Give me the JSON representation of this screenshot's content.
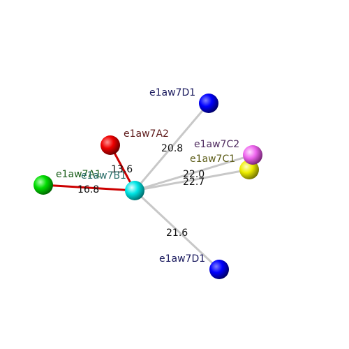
{
  "nodes": [
    {
      "id": "center",
      "label": "e1aw7B1",
      "color": "#00e5e5",
      "label_color": "#2a6f6a"
    },
    {
      "id": "d1_top",
      "label": "e1aw7D1",
      "color": "#0000ff",
      "label_color": "#1a1a5e"
    },
    {
      "id": "a2",
      "label": "e1aw7A2",
      "color": "#ee0000",
      "label_color": "#5e1a1a"
    },
    {
      "id": "c2",
      "label": "e1aw7C2",
      "color": "#ee66ee",
      "label_color": "#4e2a5e"
    },
    {
      "id": "c1",
      "label": "e1aw7C1",
      "color": "#eeee00",
      "label_color": "#5e5e1a"
    },
    {
      "id": "a1",
      "label": "e1aw7A1",
      "color": "#00dd00",
      "label_color": "#1a5e1a"
    },
    {
      "id": "d1_bottom",
      "label": "e1aw7D1",
      "color": "#0000ff",
      "label_color": "#1a1a5e"
    }
  ],
  "edges": [
    {
      "to": "d1_top",
      "distance": "20.8",
      "color": "#c8c8c8"
    },
    {
      "to": "a2",
      "distance": "13.6",
      "color": "#cc0000"
    },
    {
      "to": "c2",
      "distance": "22.0",
      "color": "#c8c8c8"
    },
    {
      "to": "c1",
      "distance": "22.7",
      "color": "#c8c8c8"
    },
    {
      "to": "a1",
      "distance": "16.8",
      "color": "#cc0000"
    },
    {
      "to": "d1_bottom",
      "distance": "21.6",
      "color": "#c8c8c8"
    }
  ]
}
